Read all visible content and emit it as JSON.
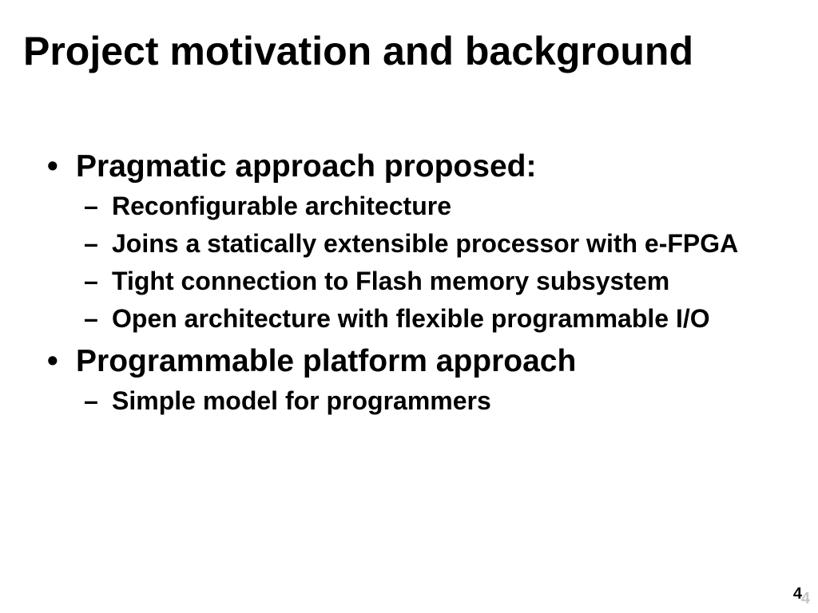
{
  "slide": {
    "title": "Project motivation and background",
    "bullets": [
      {
        "marker": "•",
        "text": "Pragmatic approach proposed:",
        "sub_items": [
          {
            "marker": "–",
            "text": "Reconfigurable architecture"
          },
          {
            "marker": "–",
            "text": "Joins a statically extensible processor with e-FPGA"
          },
          {
            "marker": "–",
            "text": "Tight connection to Flash memory subsystem"
          },
          {
            "marker": "–",
            "text": "Open architecture with flexible programmable I/O"
          }
        ]
      },
      {
        "marker": "•",
        "text": "Programmable platform approach",
        "sub_items": [
          {
            "marker": "–",
            "text": "Simple model for programmers"
          }
        ]
      }
    ],
    "page_number": "4"
  }
}
